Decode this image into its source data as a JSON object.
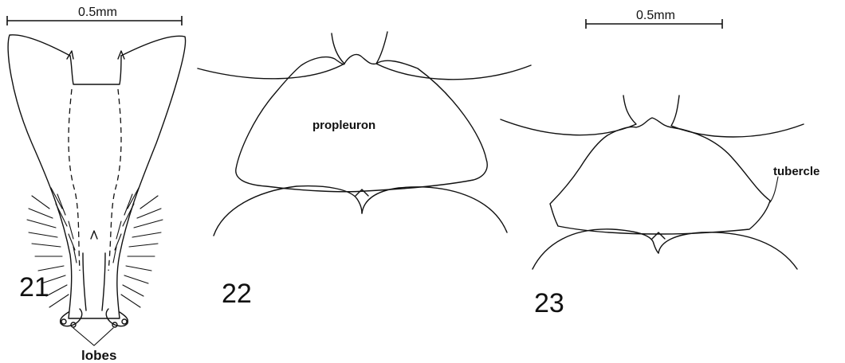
{
  "figure_numbers": {
    "fig21": "21",
    "fig22": "22",
    "fig23": "23"
  },
  "scale_bars": {
    "left": "0.5mm",
    "right": "0.5mm"
  },
  "labels": {
    "lobes": "lobes",
    "propleuron": "propleuron",
    "tubercle": "tubercle"
  }
}
